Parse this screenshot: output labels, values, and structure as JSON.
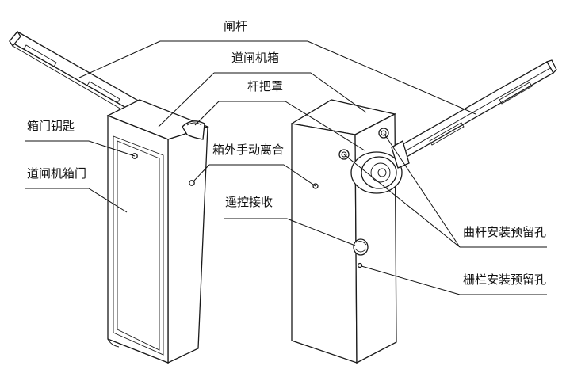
{
  "labels": {
    "boom": "闸杆",
    "housing": "道闸机箱",
    "boom_cover": "杆把罩",
    "door_key": "箱门钥匙",
    "manual_clutch": "箱外手动离合",
    "cabinet_door": "道闸机箱门",
    "remote_receiver": "遥控接收",
    "crank_holes": "曲杆安装预留孔",
    "fence_holes": "栅栏安装预留孔"
  },
  "colors": {
    "line": "#1a1a1a",
    "text": "#111111",
    "background": "#ffffff"
  }
}
